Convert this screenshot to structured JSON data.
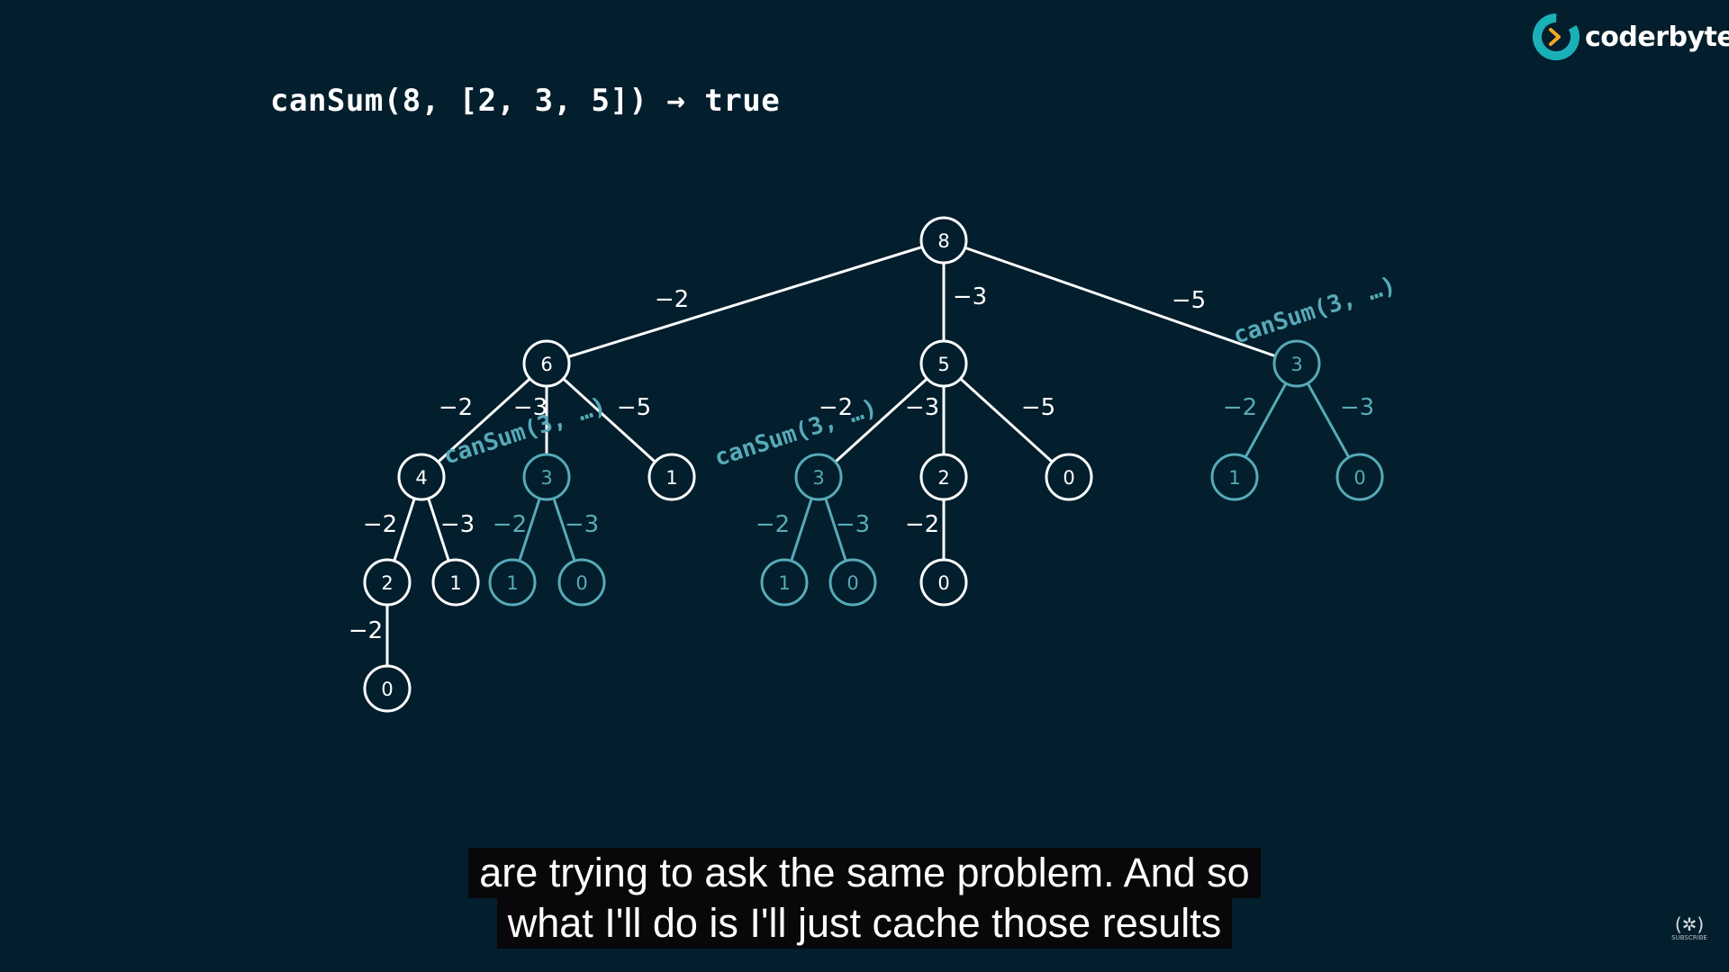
{
  "header": {
    "expression": "canSum(8, [2, 3, 5]) → true"
  },
  "brand": {
    "name": "coderbyte",
    "mark_color": "#1ab0b8",
    "arrow_color": "#f5a623"
  },
  "colors": {
    "background": "#031e2c",
    "primary": "#ffffff",
    "memo": "#57aab8"
  },
  "tree": {
    "nodes": [
      {
        "id": "n8",
        "value": "8",
        "style": "primary"
      },
      {
        "id": "n6",
        "value": "6",
        "style": "primary"
      },
      {
        "id": "n5",
        "value": "5",
        "style": "primary"
      },
      {
        "id": "n3r",
        "value": "3",
        "style": "memo"
      },
      {
        "id": "n4",
        "value": "4",
        "style": "primary"
      },
      {
        "id": "n3a",
        "value": "3",
        "style": "memo"
      },
      {
        "id": "n1a",
        "value": "1",
        "style": "primary"
      },
      {
        "id": "n3b",
        "value": "3",
        "style": "memo"
      },
      {
        "id": "n2b",
        "value": "2",
        "style": "primary"
      },
      {
        "id": "n0c",
        "value": "0",
        "style": "primary"
      },
      {
        "id": "n1r",
        "value": "1",
        "style": "memo"
      },
      {
        "id": "n0r",
        "value": "0",
        "style": "memo"
      },
      {
        "id": "n2a",
        "value": "2",
        "style": "primary"
      },
      {
        "id": "n1b",
        "value": "1",
        "style": "primary"
      },
      {
        "id": "n1c",
        "value": "1",
        "style": "memo"
      },
      {
        "id": "n0d",
        "value": "0",
        "style": "memo"
      },
      {
        "id": "n1d",
        "value": "1",
        "style": "memo"
      },
      {
        "id": "n0e",
        "value": "0",
        "style": "memo"
      },
      {
        "id": "n0f",
        "value": "0",
        "style": "primary"
      },
      {
        "id": "n0g",
        "value": "0",
        "style": "primary"
      }
    ],
    "edges": [
      {
        "from": "n8",
        "to": "n6",
        "label": "−2",
        "style": "primary"
      },
      {
        "from": "n8",
        "to": "n5",
        "label": "−3",
        "style": "primary"
      },
      {
        "from": "n8",
        "to": "n3r",
        "label": "−5",
        "style": "primary"
      },
      {
        "from": "n6",
        "to": "n4",
        "label": "−2",
        "style": "primary"
      },
      {
        "from": "n6",
        "to": "n3a",
        "label": "−3",
        "style": "primary"
      },
      {
        "from": "n6",
        "to": "n1a",
        "label": "−5",
        "style": "primary"
      },
      {
        "from": "n5",
        "to": "n3b",
        "label": "−2",
        "style": "primary"
      },
      {
        "from": "n5",
        "to": "n2b",
        "label": "−3",
        "style": "primary"
      },
      {
        "from": "n5",
        "to": "n0c",
        "label": "−5",
        "style": "primary"
      },
      {
        "from": "n3r",
        "to": "n1r",
        "label": "−2",
        "style": "memo"
      },
      {
        "from": "n3r",
        "to": "n0r",
        "label": "−3",
        "style": "memo"
      },
      {
        "from": "n4",
        "to": "n2a",
        "label": "−2",
        "style": "primary"
      },
      {
        "from": "n4",
        "to": "n1b",
        "label": "−3",
        "style": "primary"
      },
      {
        "from": "n3a",
        "to": "n1c",
        "label": "−2",
        "style": "memo"
      },
      {
        "from": "n3a",
        "to": "n0d",
        "label": "−3",
        "style": "memo"
      },
      {
        "from": "n3b",
        "to": "n1d",
        "label": "−2",
        "style": "memo"
      },
      {
        "from": "n3b",
        "to": "n0e",
        "label": "−3",
        "style": "memo"
      },
      {
        "from": "n2b",
        "to": "n0f",
        "label": "−2",
        "style": "primary"
      },
      {
        "from": "n2a",
        "to": "n0g",
        "label": "−2",
        "style": "primary"
      }
    ],
    "annotations": [
      {
        "id": "memo-left",
        "text": "canSum(3, …)",
        "near": "n3a"
      },
      {
        "id": "memo-mid",
        "text": "canSum(3, …)",
        "near": "n3b"
      },
      {
        "id": "memo-right",
        "text": "canSum(3, …)",
        "near": "n3r"
      }
    ]
  },
  "captions": {
    "line1": "are trying to ask the same problem. And so",
    "line2": "what I'll do is I'll just cache those results"
  },
  "channel": {
    "subscribe_label": "SUBSCRIBE",
    "icon_glyph": "(✲)"
  }
}
